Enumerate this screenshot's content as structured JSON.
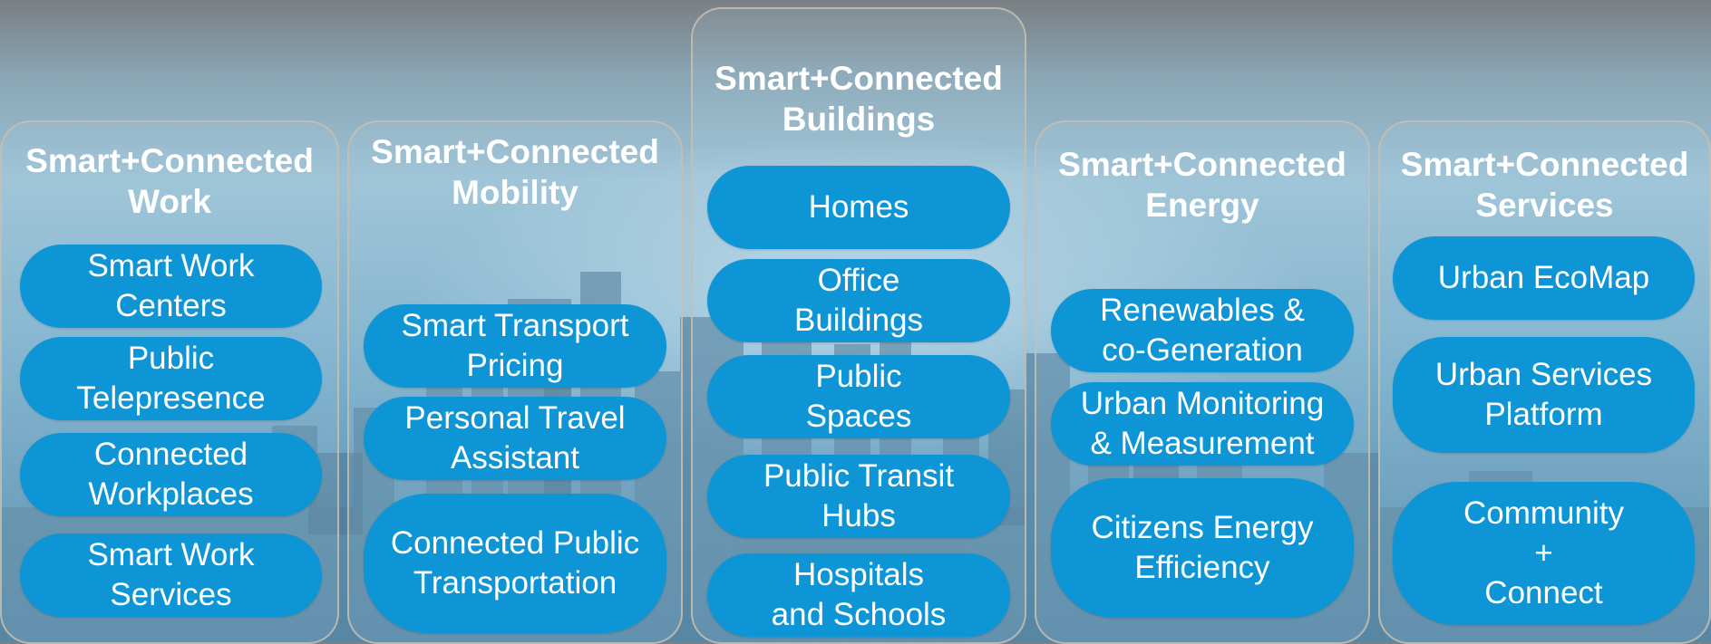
{
  "columns": [
    {
      "title": "Smart+Connected\nWork",
      "items": [
        "Smart Work\nCenters",
        "Public\nTelepresence",
        "Connected\nWorkplaces",
        "Smart Work\nServices"
      ]
    },
    {
      "title": "Smart+Connected\nMobility",
      "items": [
        "Smart Transport\nPricing",
        "Personal Travel\nAssistant",
        "Connected Public\nTransportation"
      ]
    },
    {
      "title": "Smart+Connected\nBuildings",
      "items": [
        "Homes",
        "Office\nBuildings",
        "Public\nSpaces",
        "Public Transit\nHubs",
        "Hospitals\nand Schools"
      ]
    },
    {
      "title": "Smart+Connected\nEnergy",
      "items": [
        "Renewables &\nco-Generation",
        "Urban Monitoring\n& Measurement",
        "Citizens Energy\nEfficiency"
      ]
    },
    {
      "title": "Smart+Connected\nServices",
      "items": [
        "Urban EcoMap",
        "Urban Services\nPlatform",
        "Community\n+\nConnect"
      ]
    }
  ],
  "colors": {
    "pill": "#0e95d6",
    "text": "#ffffff",
    "column_border": "#c8beaf"
  }
}
